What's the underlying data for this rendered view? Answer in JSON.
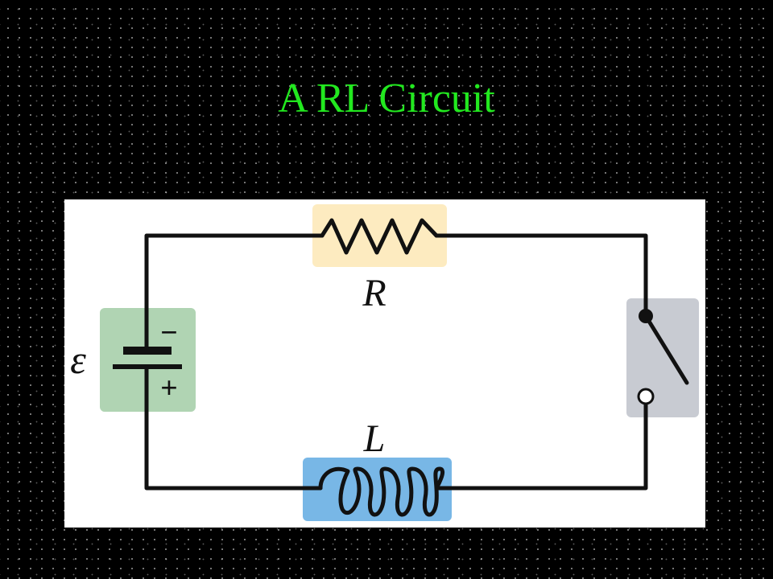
{
  "title": "A RL Circuit",
  "colors": {
    "background": "#000000",
    "title": "#22e81f",
    "wire": "#111111",
    "resistor_box": "#fdebc0",
    "inductor_box": "#78b7e6",
    "battery_box": "#b0d4b3",
    "switch_box": "#c8cbd2"
  },
  "components": {
    "resistor": {
      "label": "R"
    },
    "inductor": {
      "label": "L"
    },
    "battery": {
      "emf_label": "ε",
      "negative_sign": "−",
      "positive_sign": "+"
    },
    "switch": {
      "state": "open",
      "icon": "switch-icon"
    }
  }
}
